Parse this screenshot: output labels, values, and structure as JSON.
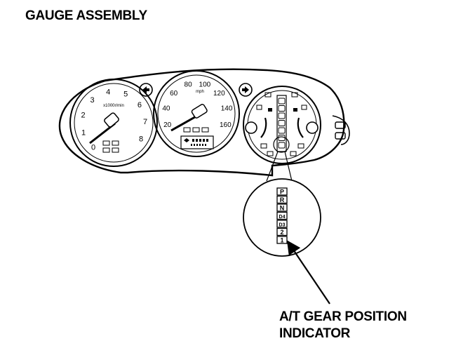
{
  "title": "GAUGE ASSEMBLY",
  "callout": {
    "line1": "A/T GEAR POSITION",
    "line2": "INDICATOR"
  },
  "tachometer": {
    "numbers": [
      "0",
      "1",
      "2",
      "3",
      "4",
      "5",
      "6",
      "7",
      "8"
    ],
    "unit": "x1000r/min"
  },
  "speedometer": {
    "numbers": [
      "20",
      "40",
      "60",
      "80",
      "100",
      "120",
      "140",
      "160"
    ],
    "unit": "mph"
  },
  "gear_positions": [
    "P",
    "R",
    "N",
    "D4",
    "D3",
    "2",
    "1"
  ],
  "colors": {
    "ink": "#000000",
    "paper": "#ffffff"
  }
}
